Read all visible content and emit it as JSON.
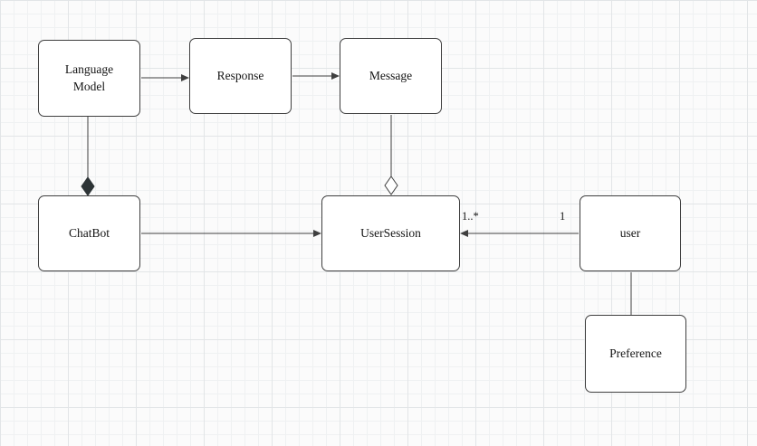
{
  "canvas": {
    "background_color": "#fbfbfb",
    "grid_minor_color": "#eff1f2",
    "grid_major_color": "#e2e5e7"
  },
  "colors": {
    "node_fill": "#ffffff",
    "node_border": "#3f3f3f",
    "edge_stroke": "#3f3f3f",
    "composition_diamond_fill": "#2d3436",
    "aggregation_diamond_fill": "#ffffff"
  },
  "icons": {
    "composition": "filled-diamond-icon",
    "aggregation": "hollow-diamond-icon",
    "directed_edge": "filled-triangle-arrowhead-icon"
  },
  "nodes": [
    {
      "id": "language-model",
      "label": "Language Model"
    },
    {
      "id": "response",
      "label": "Response"
    },
    {
      "id": "message",
      "label": "Message"
    },
    {
      "id": "chatbot",
      "label": "ChatBot"
    },
    {
      "id": "usersession",
      "label": "UserSession"
    },
    {
      "id": "user",
      "label": "user"
    },
    {
      "id": "preference",
      "label": "Preference"
    }
  ],
  "edges": [
    {
      "id": "language-model-to-response",
      "type": "arrow",
      "from": "language-model",
      "to": "response"
    },
    {
      "id": "response-to-message",
      "type": "arrow",
      "from": "response",
      "to": "message"
    },
    {
      "id": "language-model-chatbot",
      "type": "composition",
      "from": "language-model",
      "to": "chatbot"
    },
    {
      "id": "message-usersession",
      "type": "aggregation",
      "from": "message",
      "to": "usersession"
    },
    {
      "id": "chatbot-to-usersession",
      "type": "arrow",
      "from": "chatbot",
      "to": "usersession"
    },
    {
      "id": "user-to-usersession",
      "type": "arrow",
      "from": "user",
      "to": "usersession",
      "source_label": "1",
      "target_label": "1..*"
    },
    {
      "id": "user-to-preference",
      "type": "line",
      "from": "user",
      "to": "preference"
    }
  ]
}
